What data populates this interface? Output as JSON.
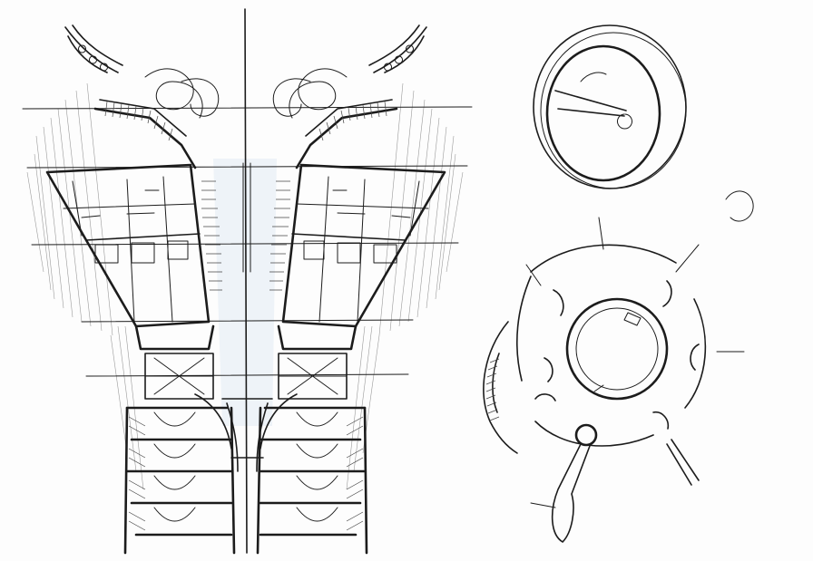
{
  "drawing": {
    "palette": {
      "paper": "#fdfdfd",
      "ink": "#1c1c1c",
      "shade": "#9a9a9a",
      "tint": "#eef3f8"
    },
    "parts": [
      "armor-torso-sketch",
      "circular-detail-sketch",
      "mechanical-ring-sketch"
    ]
  }
}
